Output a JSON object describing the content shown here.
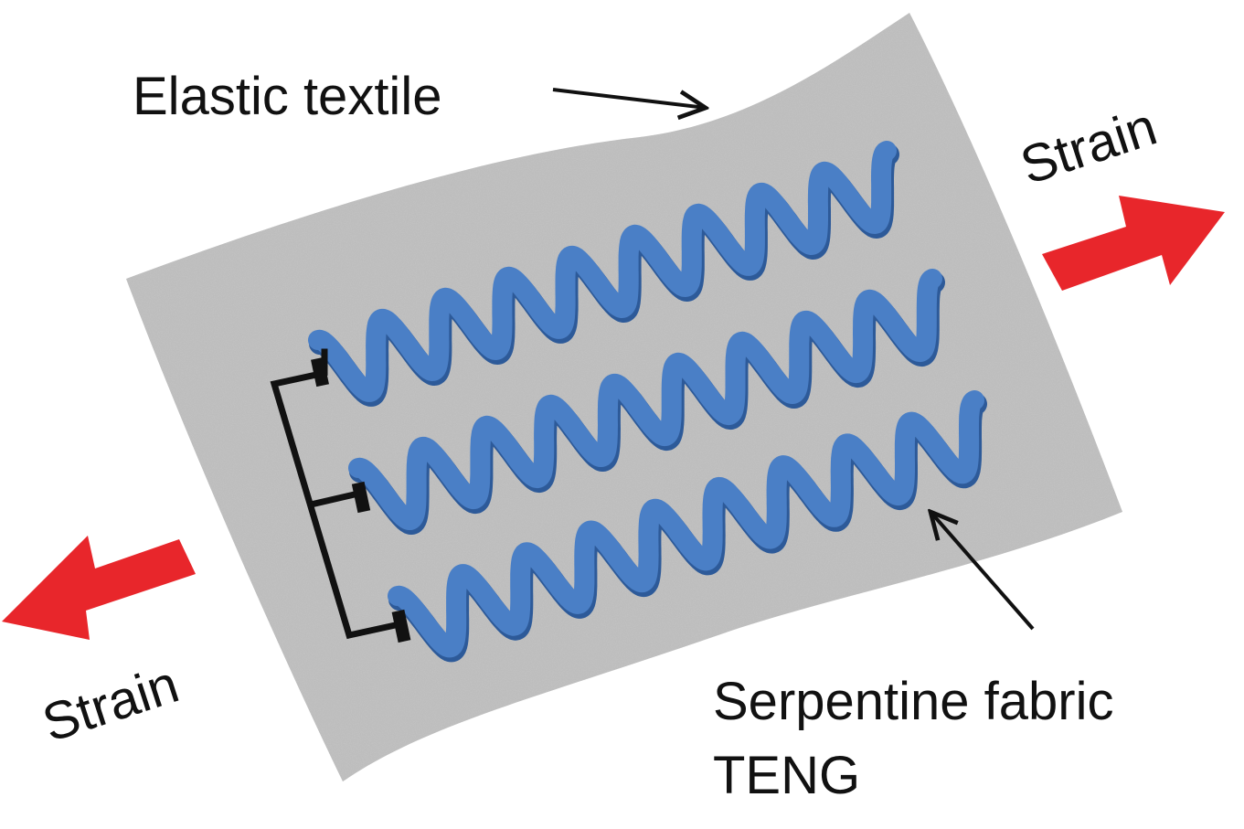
{
  "labels": {
    "elastic_textile": "Elastic textile",
    "strain_right": "Strain",
    "strain_left": "Strain",
    "teng_line1": "Serpentine fabric",
    "teng_line2": "TENG"
  },
  "colors": {
    "fabric": "#b9b9b9",
    "serpentine": "#4a7fc6",
    "serpentine_shadow": "#2d5a99",
    "arrow": "#e8262b",
    "wire": "#111111"
  },
  "icons": {
    "strain_arrow": "arrow-icon",
    "pointer_arrow": "pointer-arrow-icon"
  }
}
